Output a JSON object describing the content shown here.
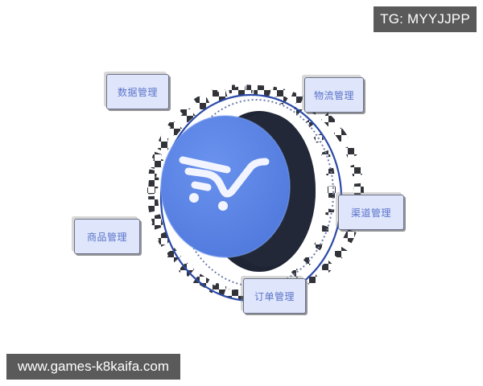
{
  "watermarks": {
    "top_right": "TG: MYYJJPP",
    "bottom_left": "www.games-k8kaifa.com"
  },
  "center": {
    "icon": "shopping-cart-check-icon",
    "colors": {
      "coin": "#5b84e6",
      "shadow": "#1e2433",
      "ring": "#2b4aa8",
      "icon": "#f2f5ff"
    }
  },
  "modules": [
    {
      "label": "数据管理"
    },
    {
      "label": "物流管理"
    },
    {
      "label": "渠道管理"
    },
    {
      "label": "商品管理"
    },
    {
      "label": "订单管理"
    }
  ],
  "colors": {
    "bubble_bg": "#dfe6fb",
    "bubble_text": "#5b73c9",
    "watermark_bg": "#5a5a5a"
  }
}
